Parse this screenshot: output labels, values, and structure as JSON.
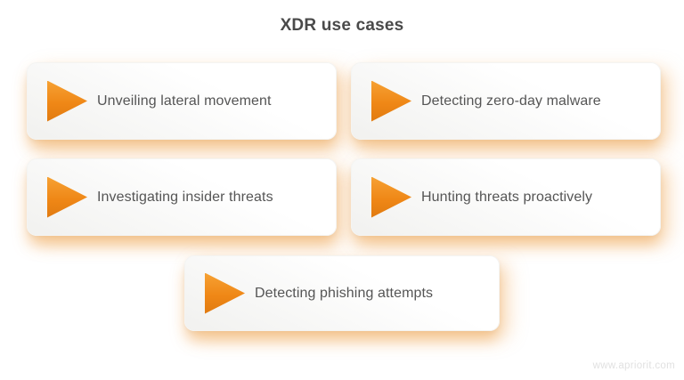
{
  "title": "XDR use cases",
  "cards": [
    {
      "label": "Unveiling lateral movement",
      "icon": "play-triangle-icon"
    },
    {
      "label": "Detecting zero-day malware",
      "icon": "play-triangle-icon"
    },
    {
      "label": "Investigating insider threats",
      "icon": "play-triangle-icon"
    },
    {
      "label": "Hunting threats proactively",
      "icon": "play-triangle-icon"
    },
    {
      "label": "Detecting phishing attempts",
      "icon": "play-triangle-icon"
    }
  ],
  "watermark": "www.apriorit.com",
  "colors": {
    "accent_orange": "#ef8716",
    "glow_orange": "#f3cf9f",
    "card_background_top": "#ffffff",
    "card_background_bottom": "#f1f1ef",
    "title_text": "#4a4a4a",
    "card_text": "#555555",
    "watermark_text": "#e1e1e1"
  }
}
